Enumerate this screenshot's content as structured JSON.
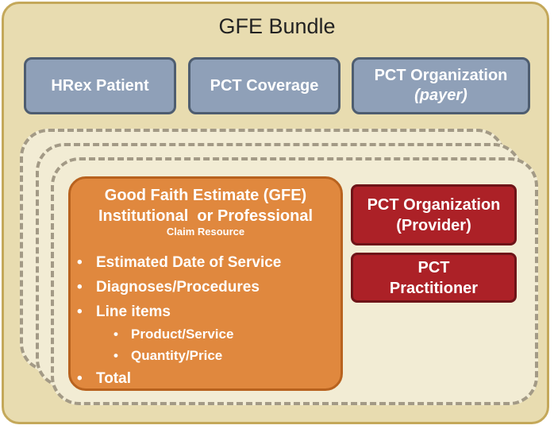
{
  "bundle": {
    "title": "GFE Bundle"
  },
  "top_resources": [
    {
      "line1": "HRex Patient"
    },
    {
      "line1": "PCT Coverage"
    },
    {
      "line1": "PCT Organization",
      "line2": "(payer)"
    }
  ],
  "gfe": {
    "title_line1": "Good Faith Estimate (GFE)",
    "title_line2": "Institutional  or Professional",
    "subtitle": "Claim Resource",
    "bullet_glyph": "•",
    "items": [
      "Estimated Date of Service",
      "Diagnoses/Procedures",
      "Line items"
    ],
    "sub_items": [
      "Product/Service",
      "Quantity/Price"
    ],
    "last_item": "Total"
  },
  "provider_resources": [
    {
      "line1": "PCT Organization",
      "line2": "(Provider)"
    },
    {
      "line1": "PCT",
      "line2": "Practitioner"
    }
  ],
  "colors": {
    "bundle_fill": "#e8dcb0",
    "bundle_border": "#c4a85a",
    "top_box_fill": "#8fa0b8",
    "top_box_border": "#4e5d70",
    "gfe_fill": "#e0883e",
    "gfe_border": "#b8621e",
    "provider_fill": "#ac2127",
    "provider_border": "#6e1418",
    "dashed_border": "#a39a86"
  }
}
